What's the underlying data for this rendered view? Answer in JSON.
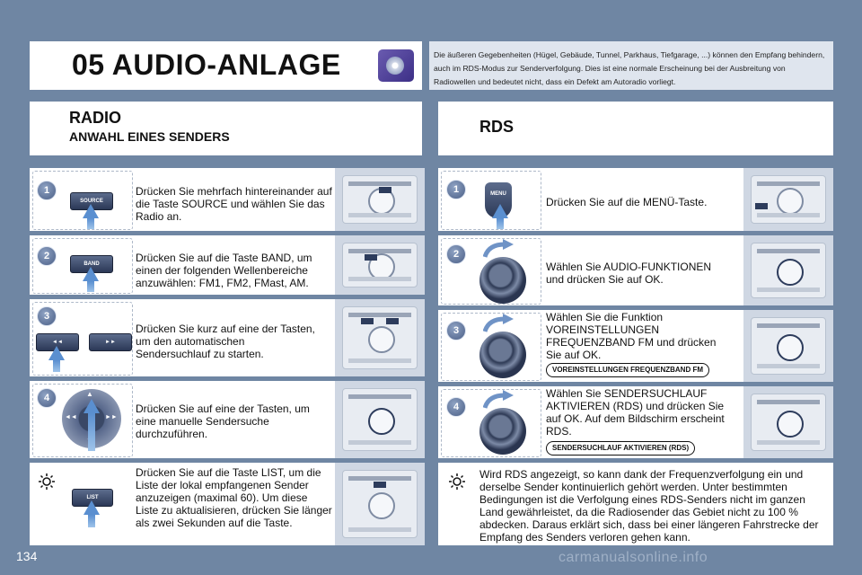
{
  "header": {
    "title": "05 AUDIO-ANLAGE",
    "intro": "Die äußeren Gegebenheiten (Hügel, Gebäude, Tunnel, Parkhaus, Tiefgarage, ...) können den Empfang behindern, auch im RDS-Modus zur Senderverfolgung. Dies ist eine normale Erscheinung bei der Ausbreitung von Radiowellen und bedeutet nicht, dass ein Defekt am Autoradio vorliegt.",
    "icon": "cd-disc-icon"
  },
  "radio": {
    "title": "RADIO",
    "subtitle": "ANWAHL EINES SENDERS",
    "steps": [
      {
        "num": "1",
        "text": "Drücken Sie mehrfach hintereinander auf die Taste SOURCE und wählen Sie das Radio an.",
        "keys": [
          "SOURCE"
        ]
      },
      {
        "num": "2",
        "text": "Drücken Sie auf die Taste BAND, um einen der folgenden Wellenbereiche anzuwählen: FM1, FM2, FMast, AM.",
        "keys": [
          "BAND"
        ]
      },
      {
        "num": "3",
        "text": "Drücken Sie kurz auf eine der Tasten, um den automatischen Sendersuchlauf zu starten.",
        "keys": [
          "◄◄",
          "►►"
        ]
      },
      {
        "num": "4",
        "text": "Drücken Sie auf eine der Tasten, um eine manuelle Sendersuche durchzuführen.",
        "keys": [
          "▲",
          "◄◄",
          "►►",
          "▼"
        ]
      }
    ],
    "tip": {
      "text": "Drücken Sie auf die Taste LIST, um die Liste der lokal empfangenen Sender anzuzeigen (maximal 60). Um diese Liste zu aktualisieren, drücken Sie länger als zwei Sekunden auf die Taste.",
      "key": "LIST"
    }
  },
  "rds": {
    "title": "RDS",
    "steps": [
      {
        "num": "1",
        "text": "Drücken Sie auf die MENÜ-Taste.",
        "key": "MENU"
      },
      {
        "num": "2",
        "text": "Wählen Sie AUDIO-FUNKTIONEN und drücken Sie auf OK."
      },
      {
        "num": "3",
        "text": "Wählen Sie die Funktion VOREINSTELLUNGEN FREQUENZBAND FM und drücken Sie auf OK.",
        "badge": "VOREINSTELLUNGEN FREQUENZBAND FM"
      },
      {
        "num": "4",
        "text": "Wählen Sie SENDERSUCHLAUF AKTIVIEREN (RDS) und drücken Sie auf OK. Auf dem Bildschirm erscheint RDS.",
        "badge": "SENDERSUCHLAUF AKTIVIEREN (RDS)"
      }
    ],
    "tip": {
      "text": "Wird RDS angezeigt, so kann dank der Frequenzverfolgung ein und derselbe Sender kontinuierlich gehört werden. Unter bestimmten Bedingungen ist die Verfolgung eines RDS-Senders nicht im ganzen Land gewährleistet, da die Radiosender das Gebiet nicht zu 100 % abdecken. Daraus erklärt sich, dass bei einer längeren Fahrstrecke der Empfang des Senders verloren gehen kann."
    }
  },
  "footer": {
    "page": "134",
    "watermark": "carmanualsonline.info"
  }
}
